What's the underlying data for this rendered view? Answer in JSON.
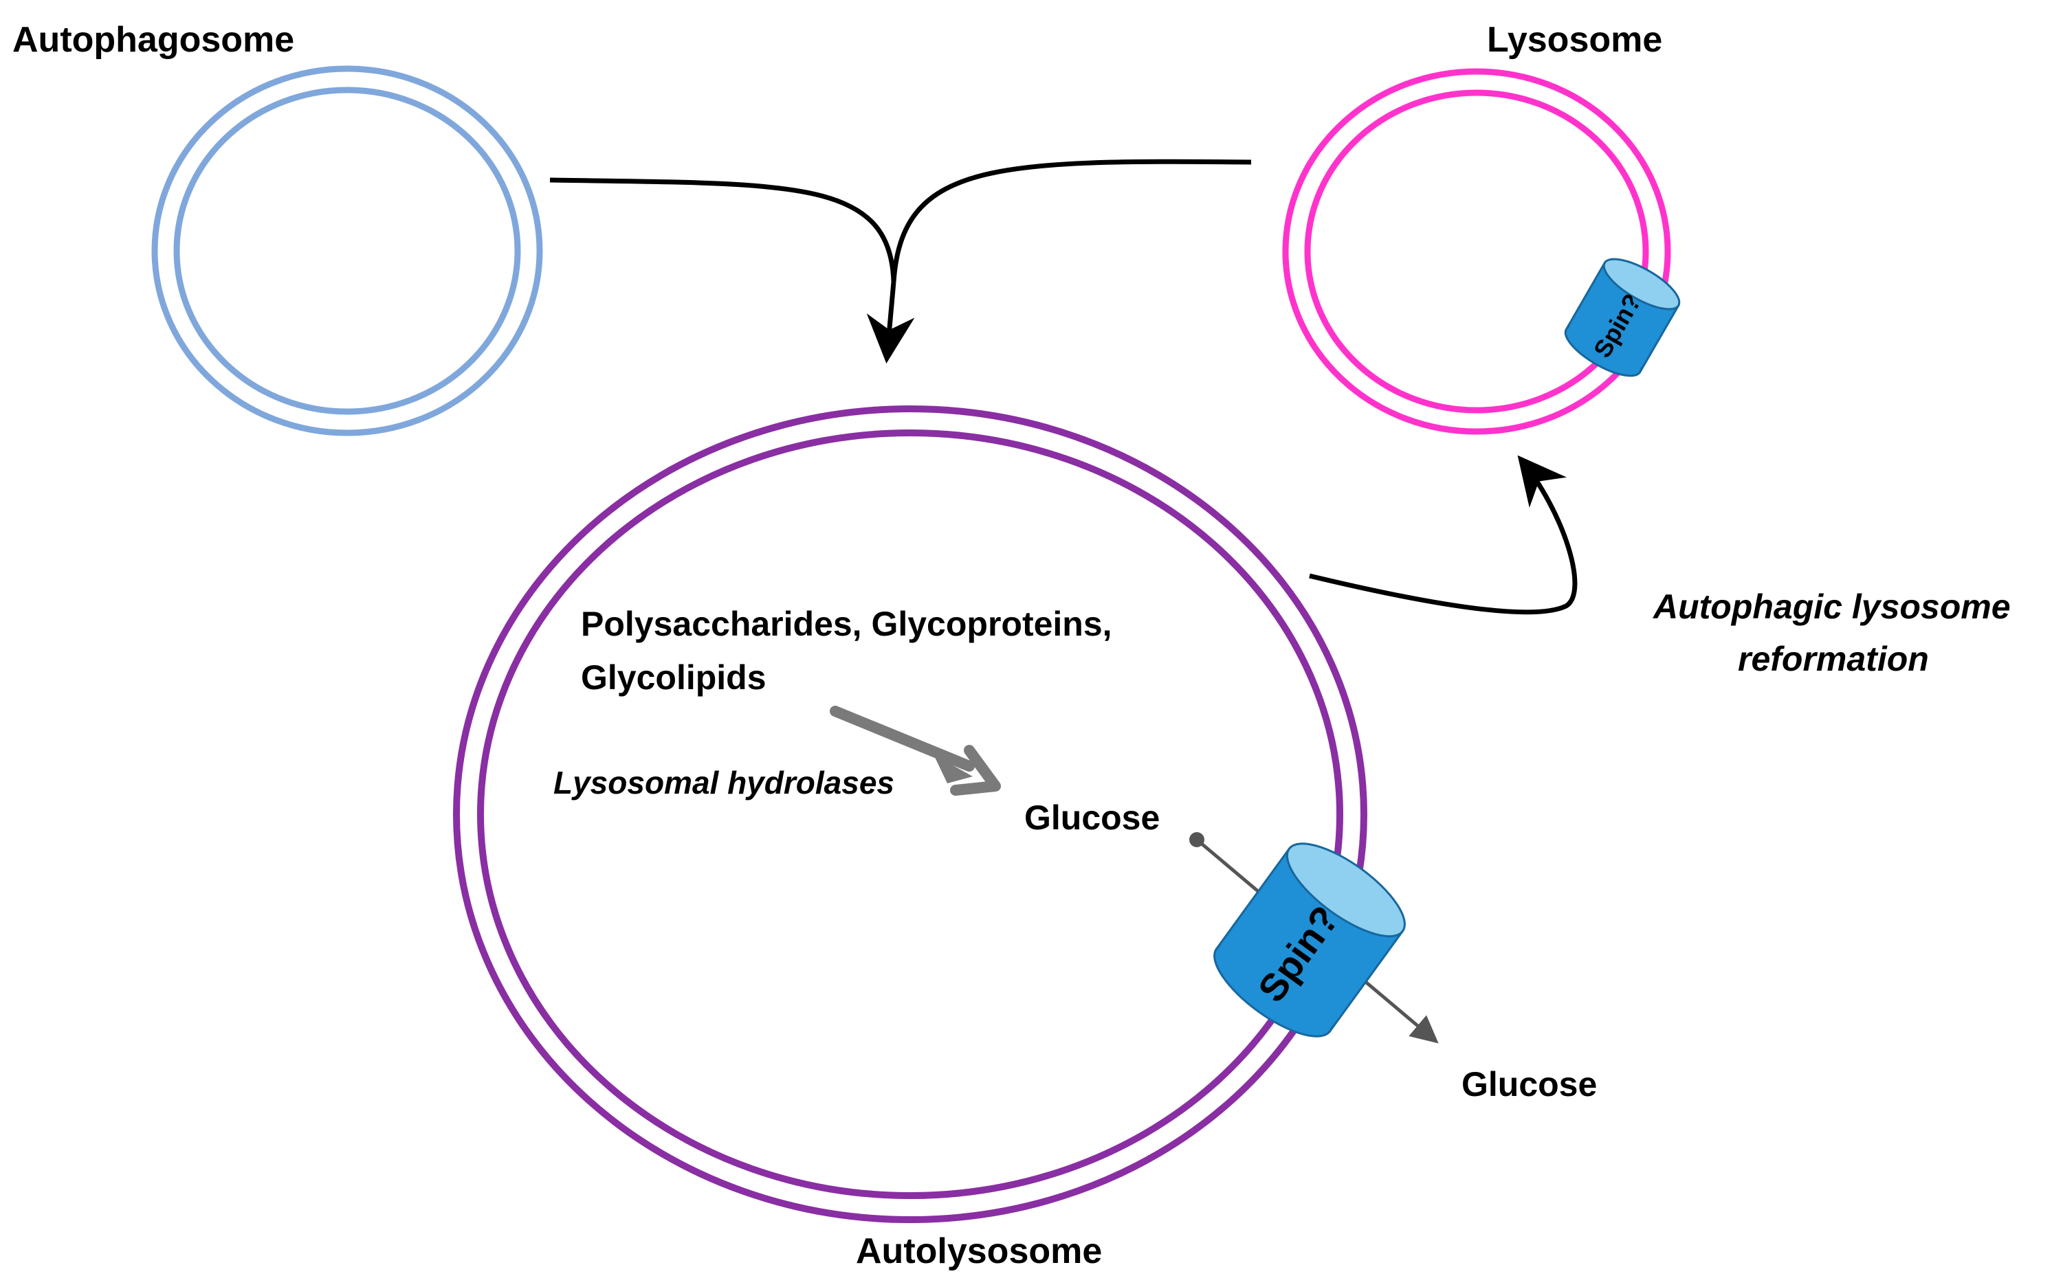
{
  "labels": {
    "autophagosome": "Autophagosome",
    "lysosome": "Lysosome",
    "autolysosome": "Autolysosome",
    "substrates_line1": "Polysaccharides, Glycoproteins,",
    "substrates_line2": "Glycolipids",
    "hydrolases": "Lysosomal hydrolases",
    "glucose_inside": "Glucose",
    "glucose_outside": "Glucose",
    "reformation_line1": "Autophagic lysosome",
    "reformation_line2": "reformation"
  },
  "transporters": {
    "lysosome_transporter": "Spin?",
    "autolysosome_transporter": "Spin?"
  },
  "colors": {
    "autophagosome": "#7fa7dc",
    "lysosome": "#ff33cc",
    "autolysosome": "#8a2ea3",
    "transporter_body": "#1f8fd6",
    "transporter_top": "#8fcff0",
    "transporter_edge": "#17679c",
    "arrow_black": "#000000",
    "arrow_gray": "#7a7a7a"
  }
}
